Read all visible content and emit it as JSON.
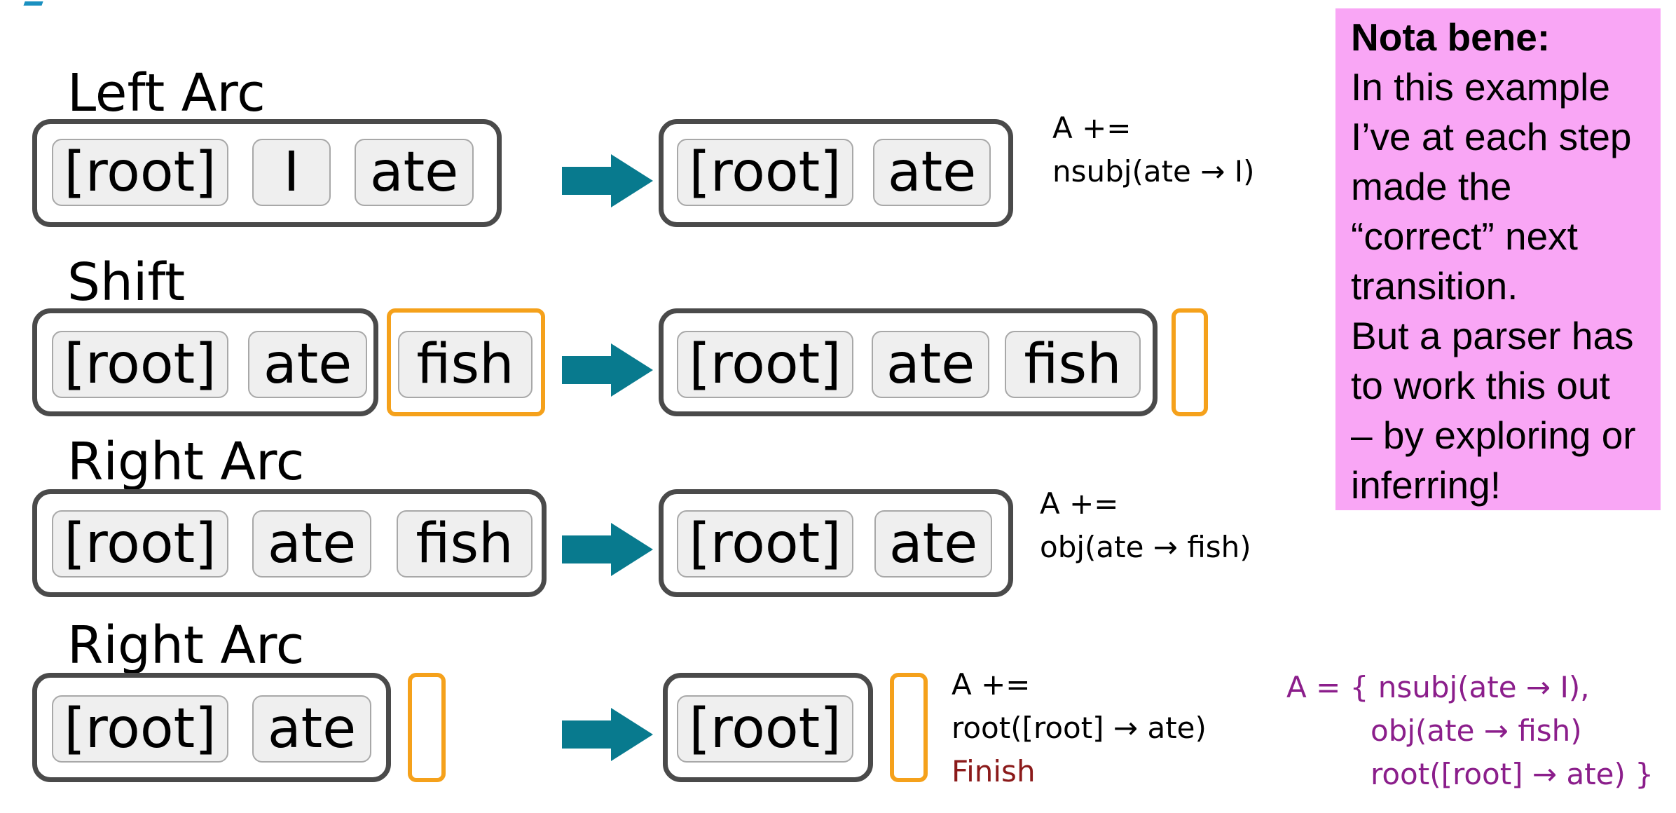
{
  "steps": [
    {
      "name": "Left Arc",
      "before_stack": [
        "[root]",
        "I",
        "ate"
      ],
      "after_stack": [
        "[root]",
        "ate"
      ],
      "note": [
        "A +=",
        "nsubj(ate → I)"
      ]
    },
    {
      "name": "Shift",
      "before_stack": [
        "[root]",
        "ate"
      ],
      "before_buffer": [
        "fish"
      ],
      "after_stack": [
        "[root]",
        "ate",
        "fish"
      ]
    },
    {
      "name": "Right Arc",
      "before_stack": [
        "[root]",
        "ate",
        "fish"
      ],
      "after_stack": [
        "[root]",
        "ate"
      ],
      "note": [
        "A +=",
        "obj(ate → fish)"
      ]
    },
    {
      "name": "Right Arc",
      "before_stack": [
        "[root]",
        "ate"
      ],
      "after_stack": [
        "[root]"
      ],
      "note": [
        "A +=",
        "root([root] → ate)"
      ],
      "finish": "Finish"
    }
  ],
  "final_set": [
    "A = { nsubj(ate → I),",
    "obj(ate → fish)",
    "root([root] → ate) }"
  ],
  "nota_bene": {
    "title": "Nota bene:",
    "lines": [
      "In this example",
      "I’ve at each step",
      "made the",
      "“correct” next",
      "transition.",
      "But a parser has",
      "to work this out",
      "– by exploring or",
      "inferring!"
    ]
  },
  "colors": {
    "arrow": "#087a8e",
    "stack_border": "#4a4a4a",
    "buffer_border": "#f5a11b",
    "token_fill": "#efefef",
    "nota_bene_bg": "#f9a6f5",
    "finish": "#8b1a1a",
    "final_set": "#8b1e8b"
  }
}
